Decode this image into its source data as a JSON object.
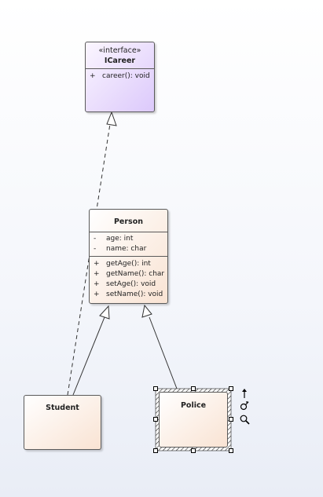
{
  "icareer": {
    "stereotype": "«interface»",
    "name": "ICareer",
    "operations": [
      {
        "vis": "+",
        "text": "career(): void"
      }
    ]
  },
  "person": {
    "name": "Person",
    "attributes": [
      {
        "vis": "-",
        "text": "age: int"
      },
      {
        "vis": "-",
        "text": "name: char"
      }
    ],
    "operations": [
      {
        "vis": "+",
        "text": "getAge(): int"
      },
      {
        "vis": "+",
        "text": "getName(): char"
      },
      {
        "vis": "+",
        "text": "setAge(): void"
      },
      {
        "vis": "+",
        "text": "setName(): void"
      }
    ]
  },
  "student": {
    "name": "Student"
  },
  "police": {
    "name": "Police"
  },
  "colors": {
    "interface_fill": "#dcc9fb",
    "class_fill": "#f9e3d3",
    "line": "#333333"
  },
  "relations": [
    {
      "type": "realization",
      "from": "Student",
      "to": "ICareer"
    },
    {
      "type": "generalization",
      "from": "Student",
      "to": "Person"
    },
    {
      "type": "generalization",
      "from": "Police",
      "to": "Person"
    }
  ],
  "selection_tools": [
    "move-arrow-icon",
    "link-icon",
    "zoom-icon"
  ]
}
